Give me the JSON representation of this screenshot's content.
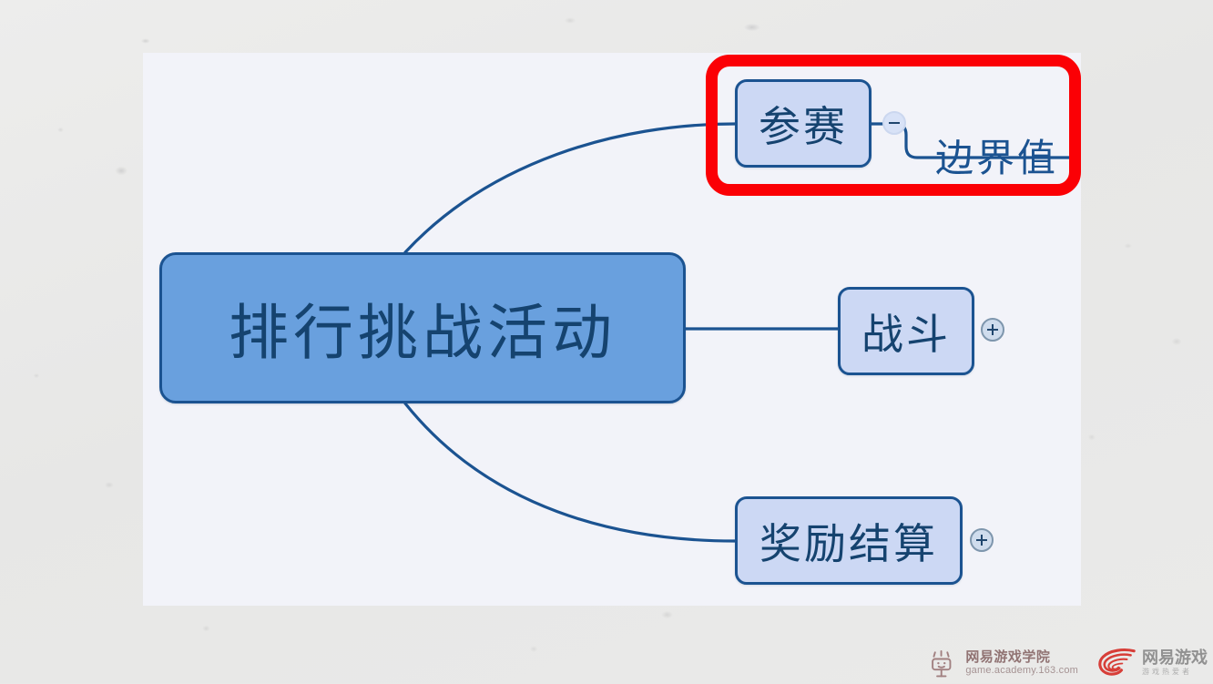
{
  "slide": {
    "background_color": "#e9e9e8",
    "canvas_color": "#f2f3f9"
  },
  "mindmap": {
    "central_node": {
      "label": "排行挑战活动",
      "fill": "#69a0de",
      "border": "#1b5391",
      "text_color": "#15436f"
    },
    "branches": [
      {
        "id": "canshai",
        "label": "参赛",
        "toggle": "collapse-icon",
        "toggle_symbol": "−",
        "highlighted": true,
        "children": [
          {
            "id": "bianjiezhi",
            "label": "边界值",
            "style": "underlined-leaf"
          }
        ]
      },
      {
        "id": "zhandou",
        "label": "战斗",
        "toggle": "expand-icon",
        "toggle_symbol": "+",
        "highlighted": false,
        "children": []
      },
      {
        "id": "jiangli",
        "label": "奖励结算",
        "toggle": "expand-icon",
        "toggle_symbol": "+",
        "highlighted": false,
        "children": []
      }
    ],
    "node_fill": "#ccd8f4",
    "node_border": "#1b5391",
    "connector_color": "#1b5391"
  },
  "annotation": {
    "type": "highlight-rectangle",
    "color": "#fb0005",
    "targets": [
      "参赛",
      "边界值"
    ]
  },
  "footer": {
    "academy_logo": {
      "icon": "netease-academy-logo-icon",
      "title": "网易游戏学院",
      "url": "game.academy.163.com",
      "color": "#8a6a6a"
    },
    "games_logo": {
      "icon": "netease-games-logo-icon",
      "title": "网易游戏",
      "subtitle": "游戏热爱者",
      "color": "#d6302a"
    }
  }
}
